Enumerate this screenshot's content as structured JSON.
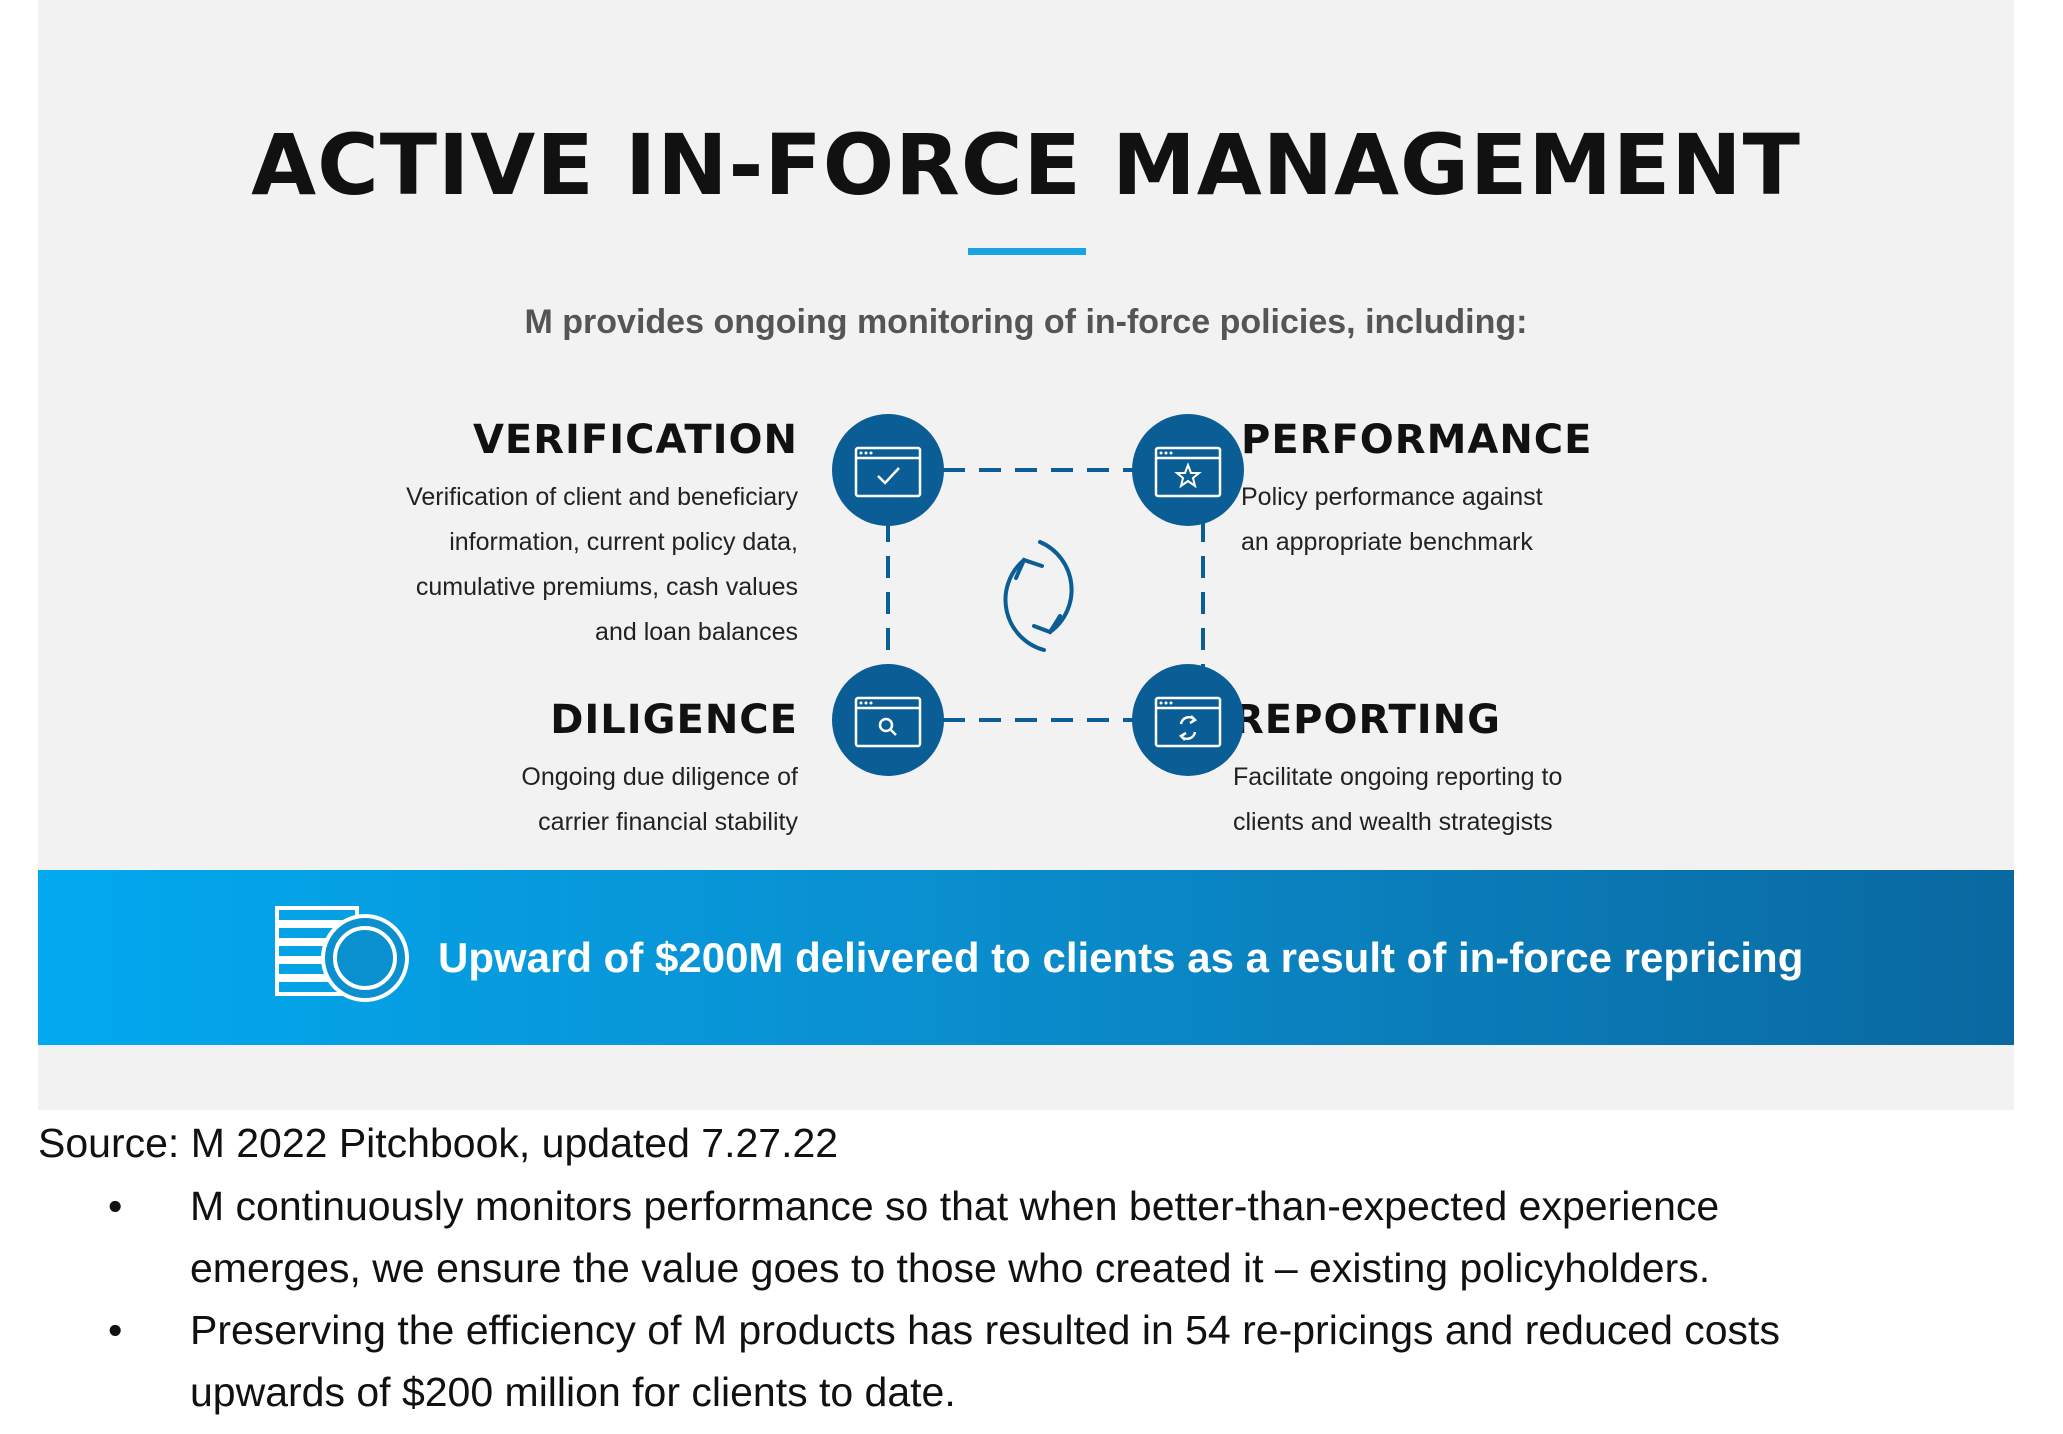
{
  "slide": {
    "title": "ACTIVE IN-FORCE MANAGEMENT",
    "subtitle": "M provides ongoing monitoring of in-force policies, including:",
    "accent_color": "#1aa3e0",
    "node_color": "#0b5d96",
    "features": {
      "verification": {
        "title": "VERIFICATION",
        "lines": [
          "Verification of client and beneficiary",
          "information, current policy data,",
          "cumulative premiums, cash values",
          "and loan balances"
        ],
        "icon": "window-check-icon"
      },
      "performance": {
        "title": "PERFORMANCE",
        "lines": [
          "Policy performance against",
          "an appropriate benchmark"
        ],
        "icon": "window-star-icon"
      },
      "diligence": {
        "title": "DILIGENCE",
        "lines": [
          "Ongoing due diligence of",
          "carrier financial stability"
        ],
        "icon": "window-search-icon"
      },
      "reporting": {
        "title": "REPORTING",
        "lines": [
          "Facilitate ongoing reporting to",
          "clients and wealth strategists"
        ],
        "icon": "window-refresh-icon"
      }
    },
    "banner": {
      "text": "Upward of $200M delivered to clients as a result of in-force repricing",
      "icon": "coin-stack-icon"
    }
  },
  "notes": {
    "source": "Source: M 2022 Pitchbook, updated 7.27.22",
    "bullet_symbol": "•",
    "bullets": [
      {
        "line1": "M continuously monitors performance so that when better-than-expected experience",
        "line2": "emerges, we ensure the value goes to those who created it – existing policyholders."
      },
      {
        "line1": "Preserving the efficiency of M products has resulted in 54 re-pricings and reduced costs",
        "line2": "upwards of $200 million for clients to date."
      }
    ]
  }
}
